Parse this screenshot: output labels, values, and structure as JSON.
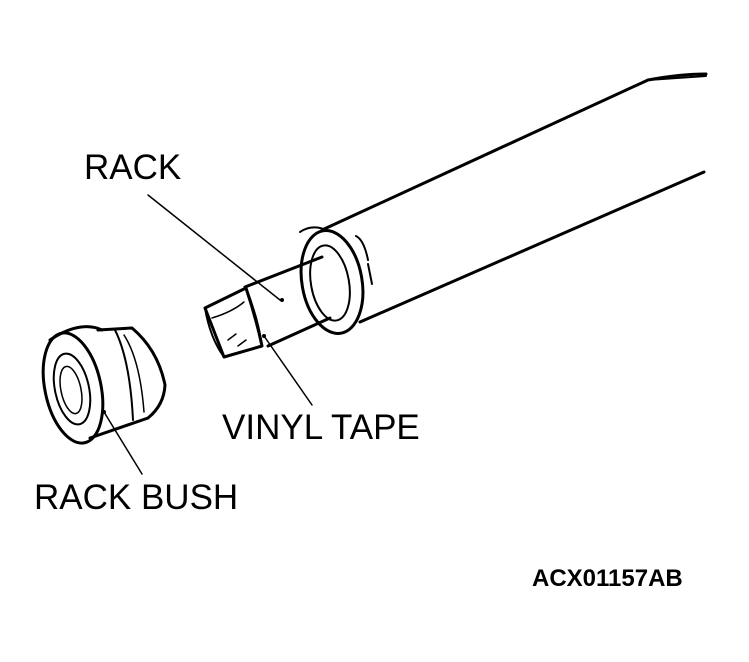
{
  "labels": {
    "rack": "RACK",
    "vinyl_tape": "VINYL TAPE",
    "rack_bush": "RACK BUSH"
  },
  "figure_code": "ACX01157AB",
  "colors": {
    "line": "#000000",
    "background": "#ffffff"
  }
}
